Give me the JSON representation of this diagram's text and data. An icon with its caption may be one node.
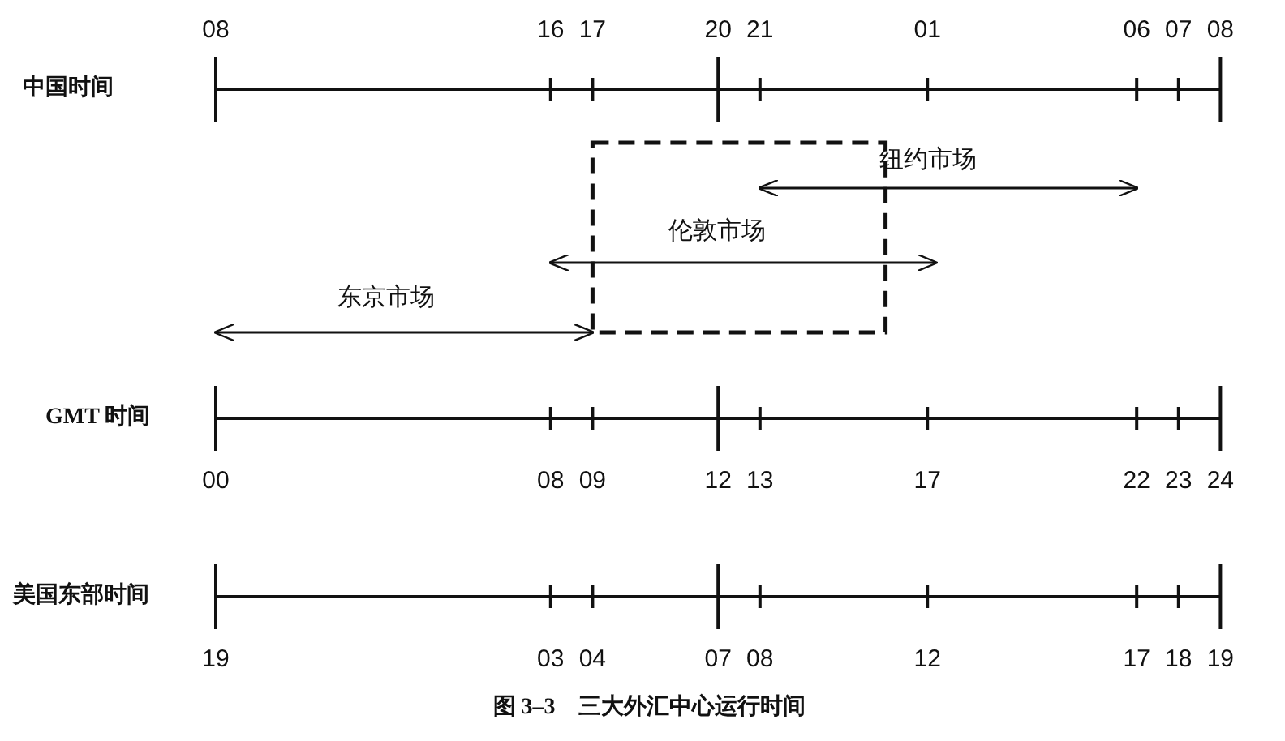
{
  "diagram": {
    "caption": "图 3–3　三大外汇中心运行时间",
    "labels": [
      "08",
      "16",
      "17",
      "20",
      "21",
      "01",
      "06",
      "07",
      "08",
      "中国时间",
      "纽约市场",
      "伦敦市场",
      "东京市场",
      "GMT 时间",
      "00",
      "08",
      "09",
      "12",
      "13",
      "17",
      "22",
      "23",
      "24",
      "美国东部时间",
      "19",
      "03",
      "04",
      "07",
      "08",
      "12",
      "17",
      "18",
      "19"
    ]
  }
}
